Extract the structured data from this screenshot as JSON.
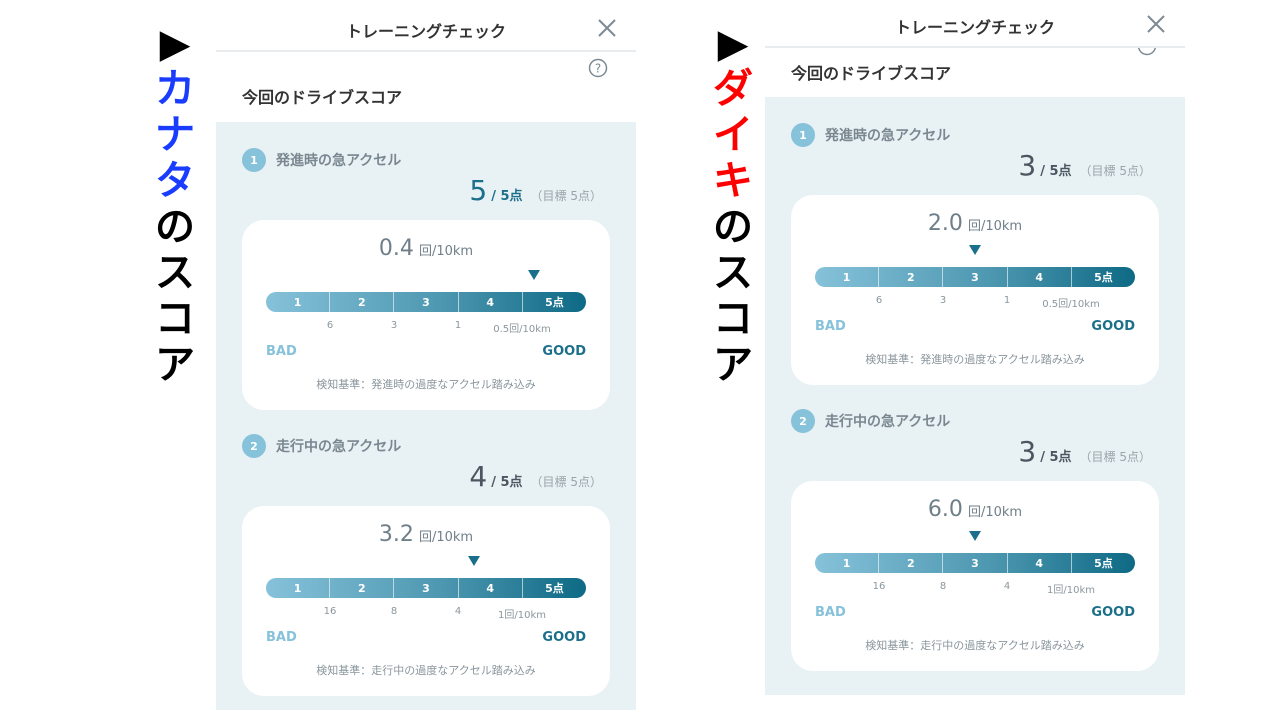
{
  "labels": {
    "left": {
      "arrow": "▶",
      "name_chars": [
        "カ",
        "ナ",
        "タ"
      ],
      "suffix_chars": [
        "の",
        "ス",
        "コ",
        "ア"
      ],
      "name_color": "#1a3cff"
    },
    "right": {
      "arrow": "▶",
      "name_chars": [
        "ダ",
        "イ",
        "キ"
      ],
      "suffix_chars": [
        "の",
        "ス",
        "コ",
        "ア"
      ],
      "name_color": "#ff0000"
    }
  },
  "panels": [
    {
      "header_title": "トレーニングチェック",
      "section_title": "今回のドライブスコア",
      "items": [
        {
          "number": "1",
          "name": "発進時の急アクセル",
          "score": "5",
          "score_of": "/ 5点",
          "target": "（目標 5点）",
          "value": "0.4",
          "unit": "回/10km",
          "segments": [
            "1",
            "2",
            "3",
            "4",
            "5点"
          ],
          "ticks": [
            "6",
            "3",
            "1",
            "0.5回/10km"
          ],
          "bad": "BAD",
          "good": "GOOD",
          "criteria": "検知基準：発進時の過度なアクセル踏み込み",
          "marker_pos": 0.84
        },
        {
          "number": "2",
          "name": "走行中の急アクセル",
          "score": "4",
          "score_of": "/ 5点",
          "target": "（目標 5点）",
          "value": "3.2",
          "unit": "回/10km",
          "segments": [
            "1",
            "2",
            "3",
            "4",
            "5点"
          ],
          "ticks": [
            "16",
            "8",
            "4",
            "1回/10km"
          ],
          "bad": "BAD",
          "good": "GOOD",
          "criteria": "検知基準：走行中の過度なアクセル踏み込み",
          "marker_pos": 0.65
        }
      ]
    },
    {
      "header_title": "トレーニングチェック",
      "section_title": "今回のドライブスコア",
      "items": [
        {
          "number": "1",
          "name": "発進時の急アクセル",
          "score": "3",
          "score_of": "/ 5点",
          "target": "（目標 5点）",
          "value": "2.0",
          "unit": "回/10km",
          "segments": [
            "1",
            "2",
            "3",
            "4",
            "5点"
          ],
          "ticks": [
            "6",
            "3",
            "1",
            "0.5回/10km"
          ],
          "bad": "BAD",
          "good": "GOOD",
          "criteria": "検知基準：発進時の過度なアクセル踏み込み",
          "marker_pos": 0.5
        },
        {
          "number": "2",
          "name": "走行中の急アクセル",
          "score": "3",
          "score_of": "/ 5点",
          "target": "（目標 5点）",
          "value": "6.0",
          "unit": "回/10km",
          "segments": [
            "1",
            "2",
            "3",
            "4",
            "5点"
          ],
          "ticks": [
            "16",
            "8",
            "4",
            "1回/10km"
          ],
          "bad": "BAD",
          "good": "GOOD",
          "criteria": "検知基準：走行中の過度なアクセル踏み込み",
          "marker_pos": 0.5
        }
      ]
    }
  ]
}
